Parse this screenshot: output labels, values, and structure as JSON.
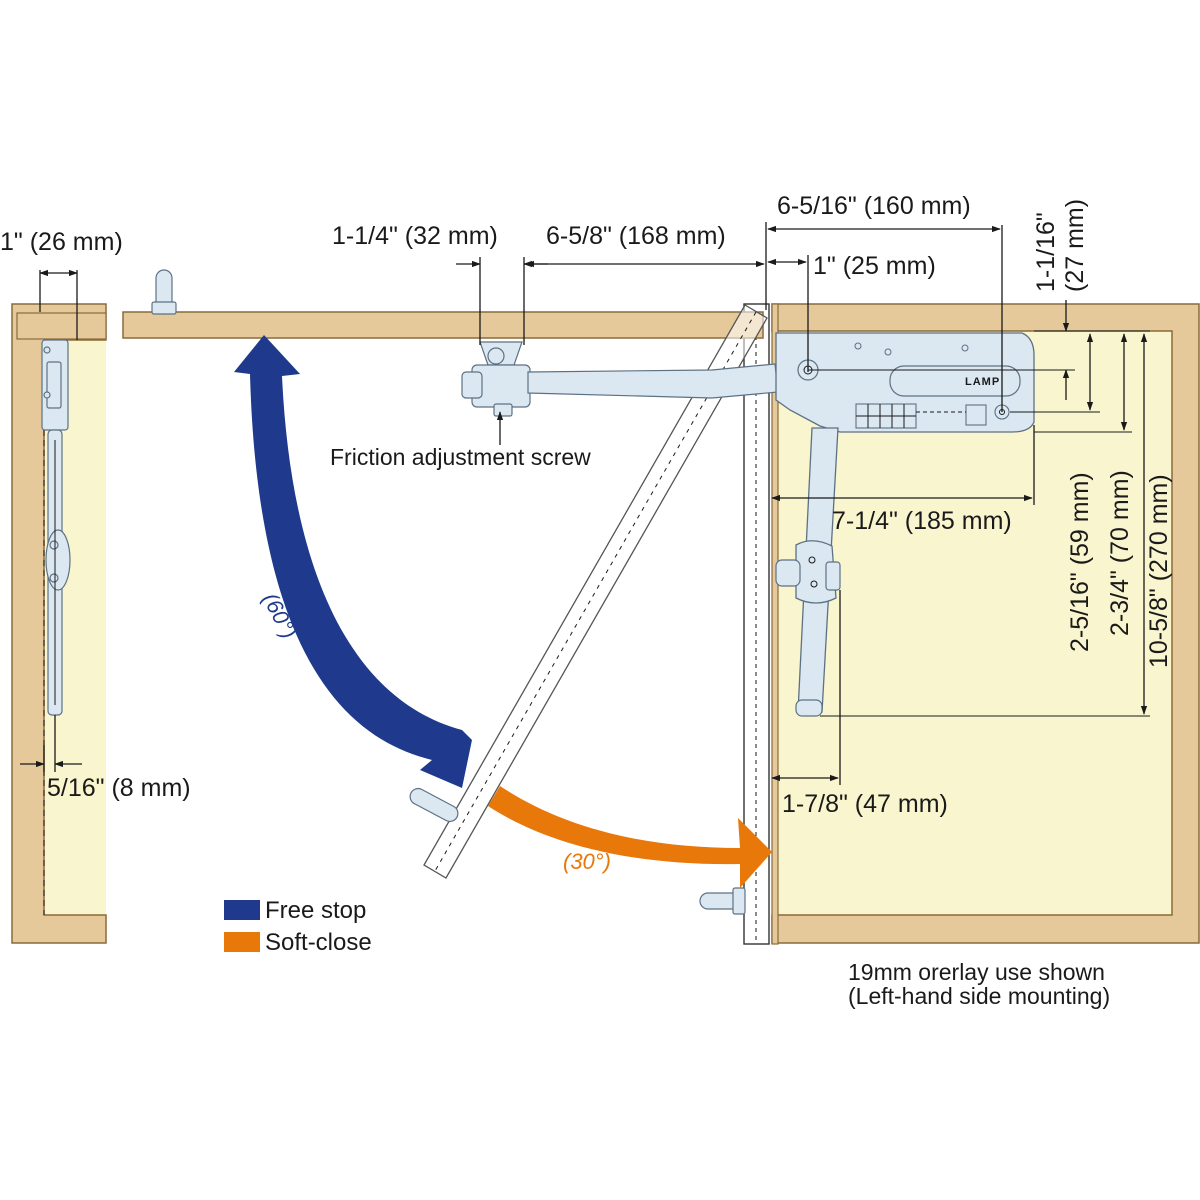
{
  "colors": {
    "wood": "#e6c99a",
    "wood_edge": "#8a6a3a",
    "interior": "#f8f5cf",
    "metal": "#dbe7f1",
    "metal_edge": "#5d7184",
    "free_stop": "#1f3a8c",
    "soft_close": "#e8780a"
  },
  "dimensions": {
    "side_panel_thickness": "1\" (26 mm)",
    "left_offset": "5/16\" (8 mm)",
    "mount_spacing": "1-1/4\" (32 mm)",
    "mount_to_door": "6-5/8\" (168 mm)",
    "body_length": "6-5/16\" (160 mm)",
    "door_to_pivot": "1\" (25 mm)",
    "top_to_first_hole": "1-1/16\"",
    "top_to_first_hole_mm": "(27 mm)",
    "depth_overall": "7-1/4\" (185 mm)",
    "height_59": "2-5/16\" (59 mm)",
    "height_70": "2-3/4\" (70 mm)",
    "height_270": "10-5/8\" (270 mm)",
    "arm_offset": "1-7/8\" (47 mm)"
  },
  "labels": {
    "friction_screw": "Friction adjustment screw",
    "brand": "LAMP",
    "angle_free_stop": "(60°)",
    "angle_soft_close": "(30°)"
  },
  "legend": [
    {
      "label": "Free stop",
      "color_key": "free_stop"
    },
    {
      "label": "Soft-close",
      "color_key": "soft_close"
    }
  ],
  "footnote": {
    "line1": "19mm orerlay use shown",
    "line2": "(Left-hand side mounting)"
  }
}
